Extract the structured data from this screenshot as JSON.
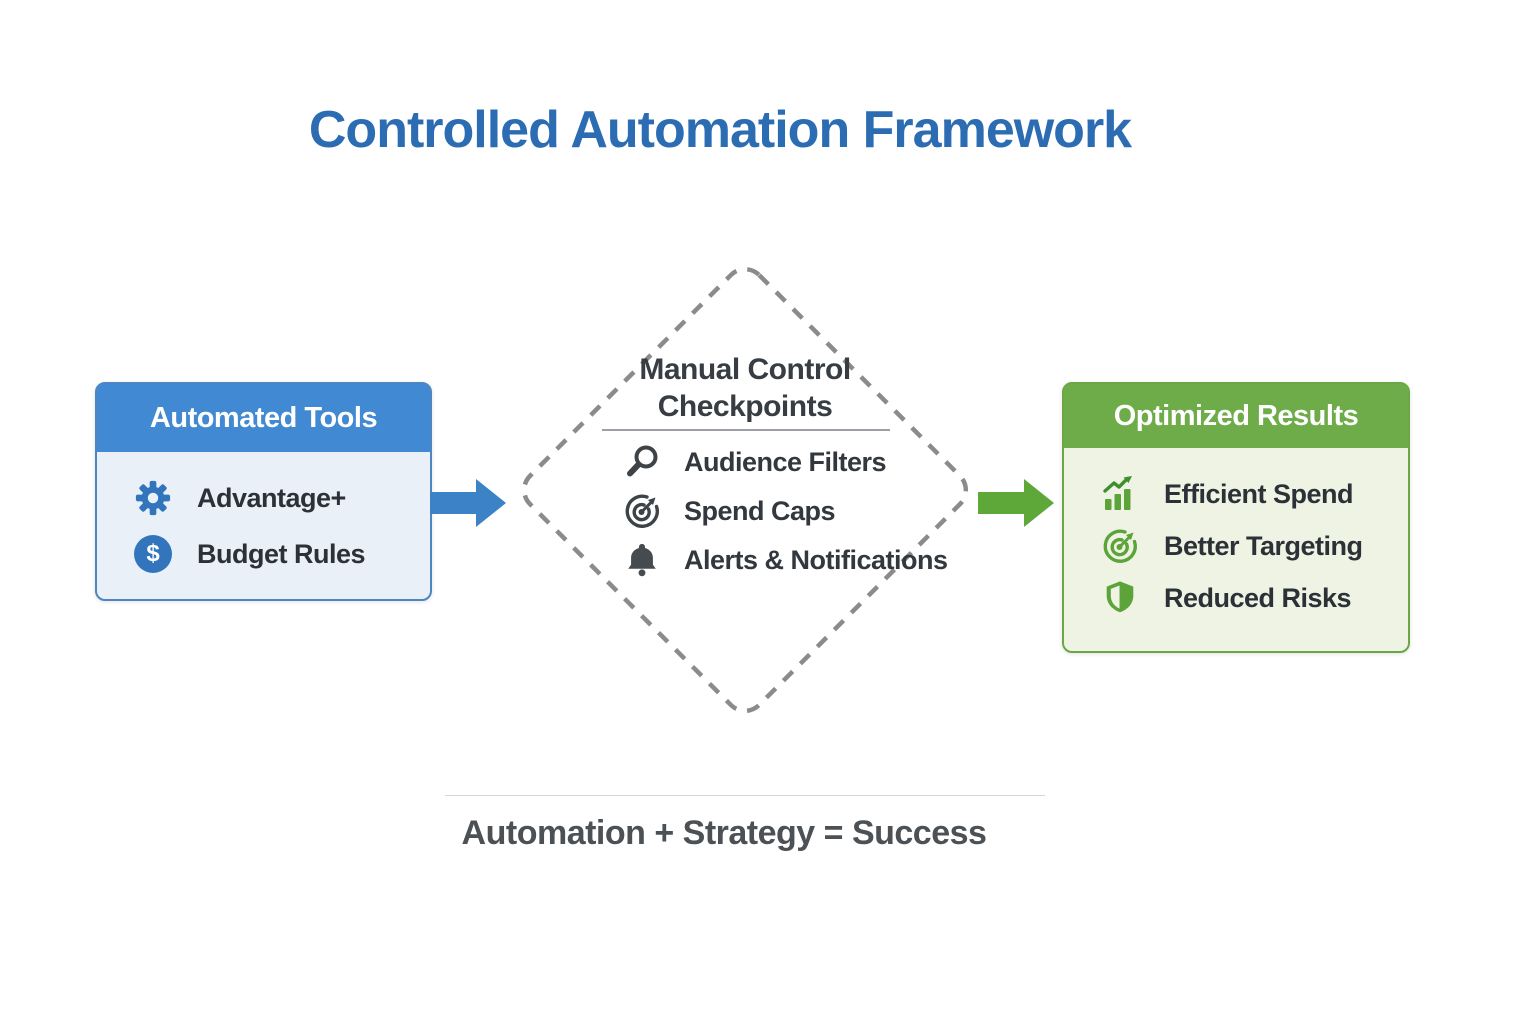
{
  "title": "Controlled Automation Framework",
  "left_box": {
    "header": "Automated Tools",
    "items": [
      {
        "icon": "gear-icon",
        "label": "Advantage+"
      },
      {
        "icon": "dollar-icon",
        "symbol": "$",
        "label": "Budget Rules"
      }
    ]
  },
  "diamond": {
    "title_line1": "Manual Control",
    "title_line2": "Checkpoints",
    "items": [
      {
        "icon": "magnifier-icon",
        "label": "Audience Filters"
      },
      {
        "icon": "target-icon",
        "label": "Spend Caps"
      },
      {
        "icon": "bell-icon",
        "label": "Alerts & Notifications"
      }
    ]
  },
  "right_box": {
    "header": "Optimized Results",
    "items": [
      {
        "icon": "chart-growth-icon",
        "label": "Efficient Spend"
      },
      {
        "icon": "target-icon",
        "label": "Better Targeting"
      },
      {
        "icon": "shield-icon",
        "label": "Reduced Risks"
      }
    ]
  },
  "footer": {
    "caption": "Automation + Strategy = Success"
  },
  "colors": {
    "title_blue": "#2c6cb3",
    "left_header_blue": "#4189d2",
    "left_body_blue": "#e9f0f8",
    "blue_icon": "#3275bc",
    "arrow_blue": "#3b82c6",
    "right_header_green": "#6dac49",
    "right_body_green": "#eef3e3",
    "green_icon": "#5ca33a",
    "arrow_green": "#5ea839",
    "diamond_border_gray": "#8b8b8b",
    "dark_text": "#2b3137"
  }
}
